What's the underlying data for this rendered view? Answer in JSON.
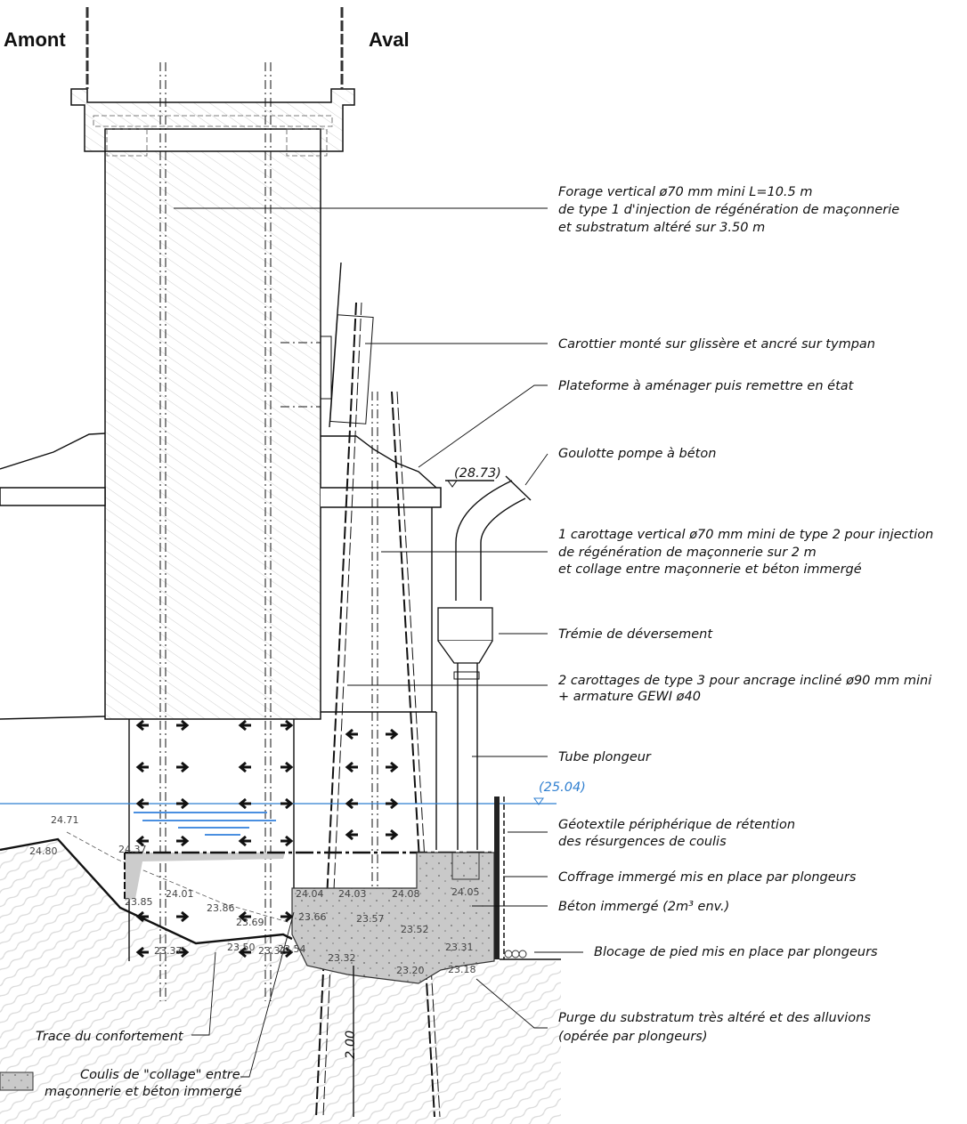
{
  "headers": {
    "upstream": "Amont",
    "downstream": "Aval"
  },
  "levels": {
    "platform": "(28.73)",
    "water": "(25.04)",
    "depth": "2.00"
  },
  "annotations": [
    "Forage vertical ø70 mm mini L=10.5 m",
    "de type 1 d'injection de régénération de maçonnerie",
    "et substratum altéré sur 3.50 m",
    "Carottier monté sur glissère et ancré sur tympan",
    "Plateforme à aménager puis remettre en état",
    "Goulotte pompe à béton",
    "1 carottage vertical ø70 mm mini de type 2 pour injection",
    "de régénération de maçonnerie sur 2 m",
    "et collage entre maçonnerie et béton immergé",
    "Trémie de déversement",
    "2 carottages de type 3 pour ancrage incliné ø90 mm mini",
    "+ armature GEWI ø40",
    "Tube plongeur",
    "Géotextile périphérique de rétention",
    "des résurgences de coulis",
    "Coffrage immergé mis en place par plongeurs",
    "Béton immergé (2m³ env.)",
    "Blocage de pied mis en place par plongeurs",
    "Purge du substratum très altéré et des alluvions",
    "(opérée par plongeurs)",
    "Trace du confortement",
    "Coulis de \"collage\" entre",
    "maçonnerie et béton immergé"
  ],
  "elevations": [
    "24.71",
    "24.80",
    "24.37",
    "23.85",
    "24.01",
    "23.86",
    "23.69",
    "23.37",
    "23.50",
    "23.32",
    "23.54",
    "24.04",
    "24.03",
    "24.08",
    "24.05",
    "23.66",
    "23.57",
    "23.52",
    "23.31",
    "23.32",
    "23.20",
    "23.18"
  ],
  "colors": {
    "water": "#2f7fd0",
    "concrete": "#c8c8c8",
    "line": "#111111"
  }
}
